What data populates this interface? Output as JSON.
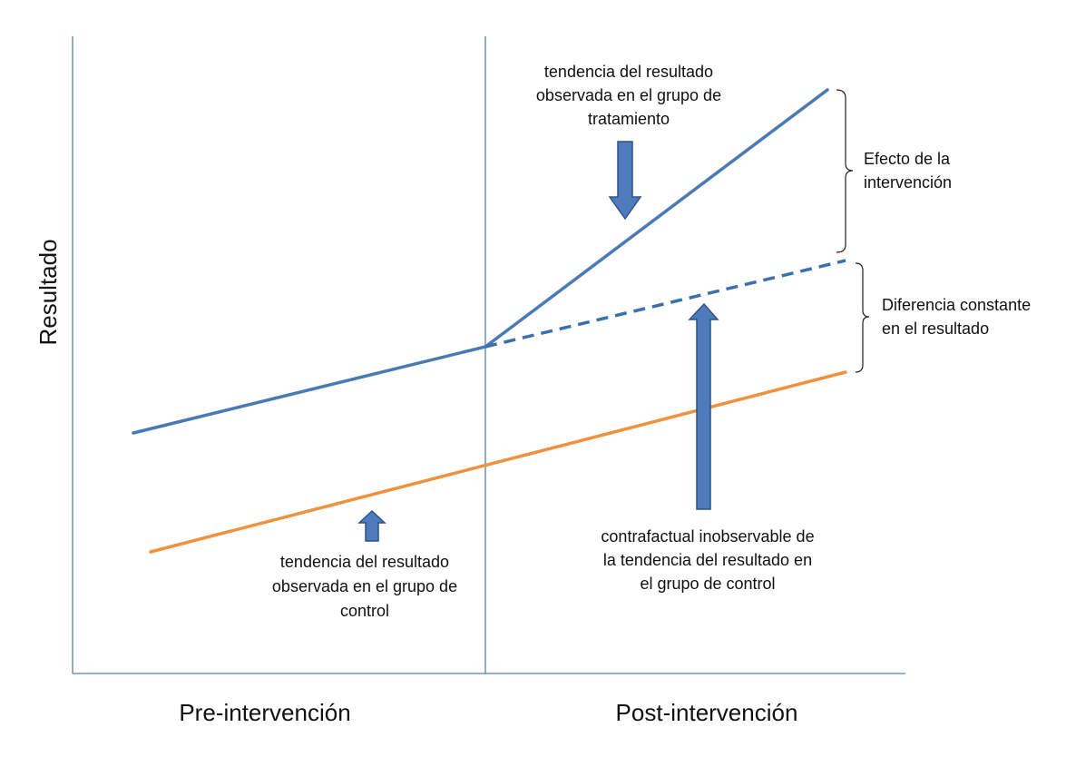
{
  "axes": {
    "ylabel": "Resultado",
    "period_pre": "Pre-intervención",
    "period_post": "Post-intervención"
  },
  "annotations": {
    "treatment_trend": [
      "tendencia del resultado",
      "observada en el grupo de",
      "tratamiento"
    ],
    "effect": [
      "Efecto de la",
      "intervención"
    ],
    "constant_difference": [
      "Diferencia constante",
      "en el resultado"
    ],
    "control_trend": [
      "tendencia del resultado",
      "observada en el grupo de",
      "control"
    ],
    "counterfactual": [
      "contrafactual inobservable de",
      "la tendencia del resultado en",
      "el grupo de control"
    ]
  },
  "colors": {
    "treatment": "#4a7ab5",
    "control": "#f0913d",
    "arrow_fill": "#4f7bbd",
    "arrow_stroke": "#2e5288",
    "axis": "#5a7fae"
  }
}
